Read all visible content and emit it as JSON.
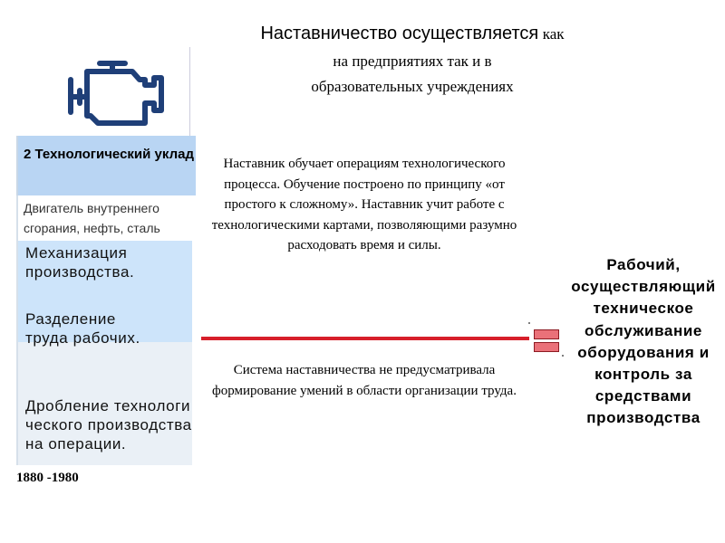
{
  "title": {
    "line1_a": "Наставничество осуществляется",
    "line1_b": "как",
    "line2": "на предприятиях так и в",
    "line3": "образовательных учреждениях"
  },
  "left": {
    "header": "2 Технологический уклад",
    "subheader": "Двигатель внутреннего сгорания, нефть, сталь",
    "items": [
      "Механизация производства.",
      "Разделение труда рабочих.",
      "Дробление технологического производства на операции."
    ],
    "years": "1880 -1980"
  },
  "middle": {
    "text1": "Наставник обучает операциям технологического процесса. Обучение построено по принципу «от простого к сложному». Наставник учит работе с технологическими картами, позволяющими разумно расходовать время и силы.",
    "text2": "Система наставничества не предусматривала формирование умений в области организации труда."
  },
  "right": {
    "text": "Рабочий, осуществляющий техническое обслуживание оборудования и контроль за средствами производства"
  },
  "colors": {
    "header_bg": "#b9d5f3",
    "items_bg": "#cde4fa",
    "icon": "#1f3f78",
    "connector": "#d71f2a",
    "equals_fill": "#ea7179"
  },
  "icons": [
    "engine-icon"
  ]
}
